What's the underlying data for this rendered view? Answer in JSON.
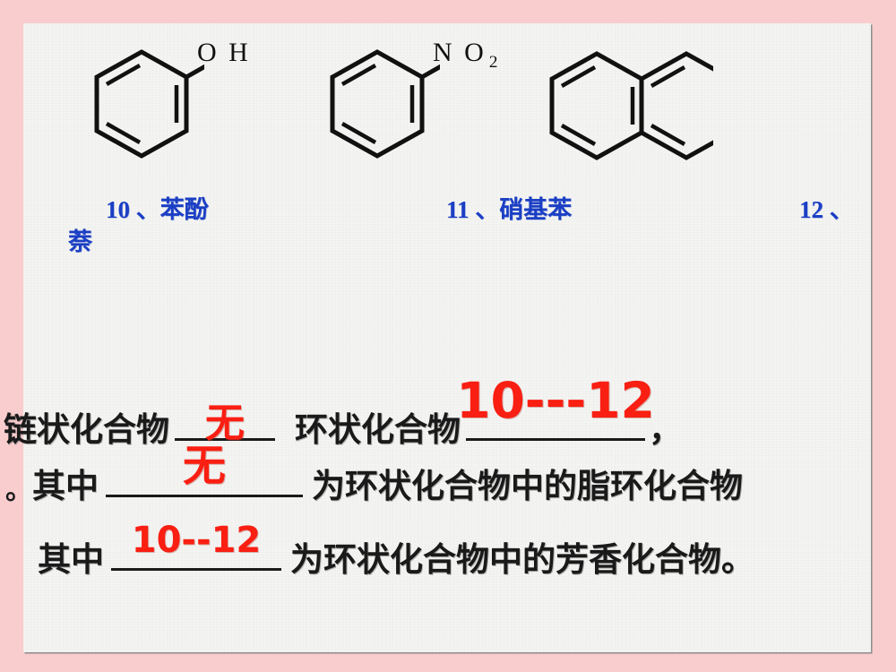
{
  "slide": {
    "background_color": "#f9cccd",
    "canvas_color": "#f4f4f2",
    "caption_color": "#1b3fc4",
    "answer_color": "#f91f12",
    "text_color": "#1a1a1a"
  },
  "structures": [
    {
      "name": "phenol",
      "substituent_label": "O H",
      "caption_number": "10",
      "caption_separator": "、",
      "caption_name": "苯酚",
      "caption_full": "10 、苯酚"
    },
    {
      "name": "nitrobenzene",
      "substituent_label_main": "N O",
      "substituent_label_sub": "2",
      "caption_number": "11",
      "caption_separator": "、",
      "caption_name": "硝基苯",
      "caption_full": "11 、硝基苯"
    },
    {
      "name": "naphthalene",
      "substituent_label": "",
      "caption_number": "12",
      "caption_separator": "、",
      "caption_name": "萘",
      "caption_full": "12 、",
      "caption_wrapped": "萘"
    }
  ],
  "sentences": {
    "line1": {
      "segment_a": "链状化合物",
      "blank_a_answer": "无",
      "segment_b": "环状化合物",
      "blank_b_answer": "10---12",
      "segment_c": "，"
    },
    "line2": {
      "lead_mark": "。",
      "segment_a": "其中",
      "blank_answer": "无",
      "segment_b": "为环状化合物中的脂环化合物"
    },
    "line3": {
      "segment_a": "其中",
      "blank_answer": "10--12",
      "segment_b": "为环状化合物中的芳香化合物。"
    }
  }
}
